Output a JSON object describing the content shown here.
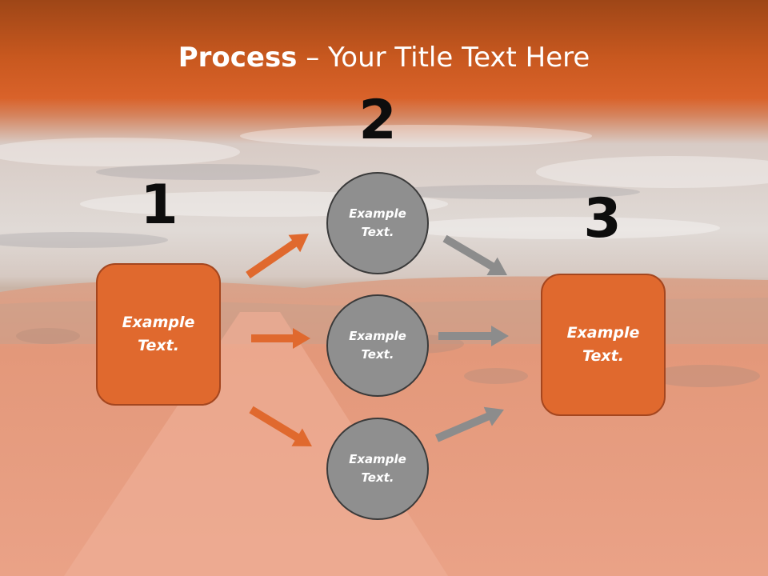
{
  "slide": {
    "title_bold": "Process",
    "title_rest": " – Your Title Text Here",
    "colors": {
      "orange": "#e0692e",
      "gray": "#8f8f8f",
      "arrow_gray": "#8c8c8c"
    }
  },
  "steps": [
    {
      "number": "1",
      "text": "Example\nText."
    },
    {
      "number": "2",
      "items": [
        {
          "text": "Example\nText."
        },
        {
          "text": "Example\nText."
        },
        {
          "text": "Example\nText."
        }
      ]
    },
    {
      "number": "3",
      "text": "Example\nText."
    }
  ]
}
